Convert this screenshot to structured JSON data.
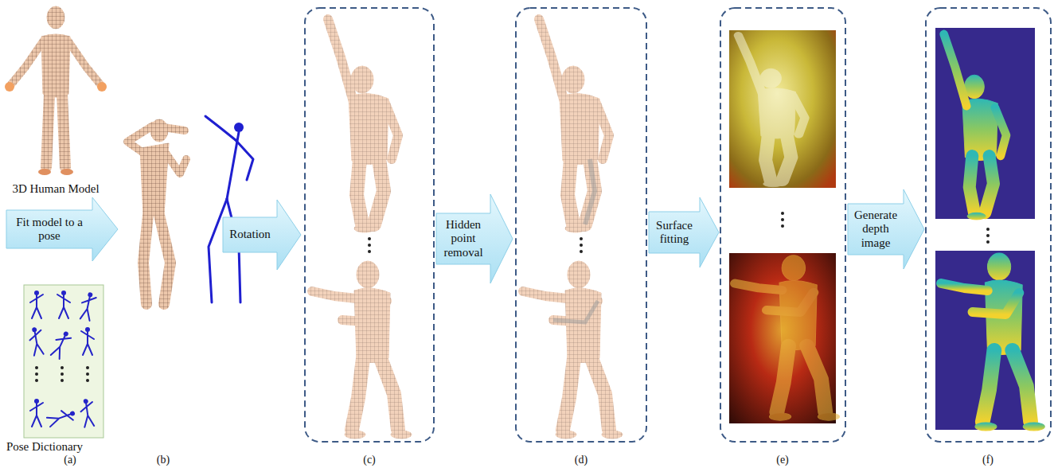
{
  "diagram": {
    "nodes": [
      {
        "text": [
          "Fit model to a pose"
        ]
      },
      {
        "text": [
          "Rotation"
        ]
      },
      {
        "text": [
          "Hidden point removal"
        ]
      },
      {
        "text": [
          "Surface fitting"
        ]
      },
      {
        "text": [
          "Generate depth image"
        ]
      }
    ],
    "labels": [
      "3D Human Model",
      "Pose Dictionary",
      "(a)",
      "(b)",
      "(c)",
      "(d)",
      "(e)",
      "(f)"
    ]
  }
}
